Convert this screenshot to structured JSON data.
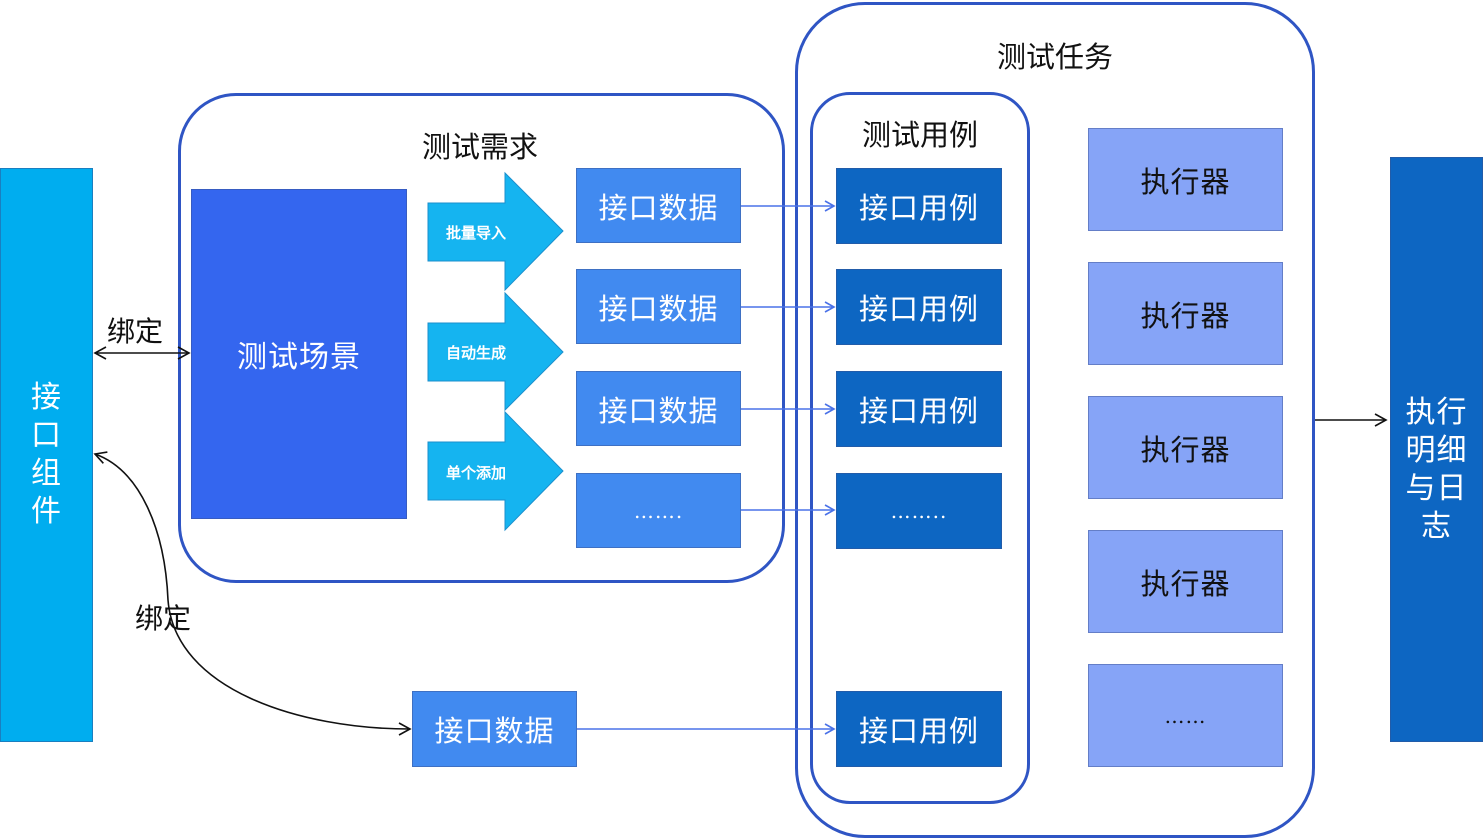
{
  "colors": {
    "container_border": "#2f55c4",
    "interface_component": "#00adef",
    "scene": "#3466ef",
    "import_arrow": "#15b4f0",
    "data_box": "#418af0",
    "case_box": "#0d66c2",
    "executor_box": "#86a4f7",
    "log_box": "#0d66c2",
    "connector": "#4a72e8"
  },
  "interface_component": {
    "label": "接口组件"
  },
  "bind_labels": {
    "top": "绑定",
    "bottom": "绑定"
  },
  "test_requirement": {
    "title": "测试需求",
    "scene": "测试场景",
    "methods": [
      "批量导入",
      "自动生成",
      "单个添加"
    ],
    "data_boxes": [
      "接口数据",
      "接口数据",
      "接口数据",
      "……."
    ]
  },
  "standalone_data": {
    "label": "接口数据"
  },
  "test_task": {
    "title": "测试任务",
    "test_cases": {
      "title": "测试用例",
      "items": [
        "接口用例",
        "接口用例",
        "接口用例",
        "……..",
        "接口用例"
      ]
    },
    "executors": [
      "执行器",
      "执行器",
      "执行器",
      "执行器",
      "……"
    ]
  },
  "log_box": {
    "label": "执行明细与日志"
  }
}
